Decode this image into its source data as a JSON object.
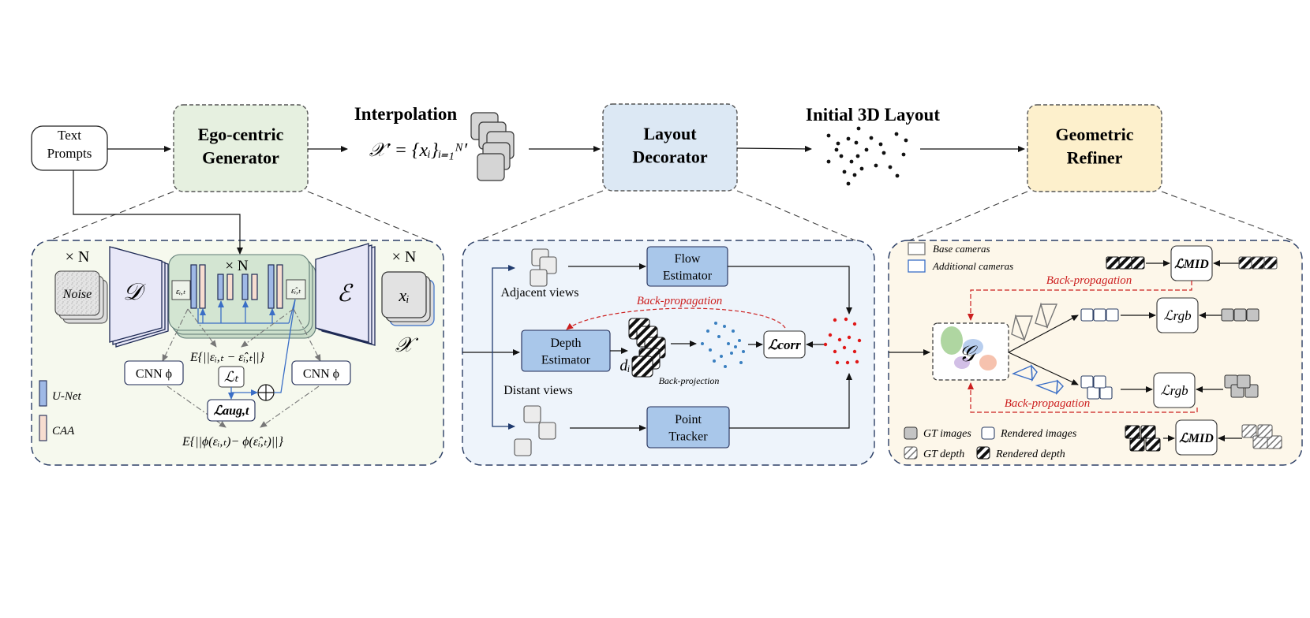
{
  "top": {
    "text_prompts": "Text\nPrompts",
    "generator": "Ego-centric\nGenerator",
    "interpolation_title": "Interpolation",
    "interpolation_formula": "𝒳′ = {xᵢ}ᵢ₌₁ᴺ′",
    "decorator": "Layout\nDecorator",
    "initial_layout": "Initial 3D Layout",
    "refiner": "Geometric\nRefiner"
  },
  "panel1": {
    "times_n_left": "× N",
    "noise": "Noise",
    "decoder": "𝒟",
    "times_n_unet": "× N",
    "eps": "εᵢ,ₜ",
    "eps_hat": "ε̂ᵢ,ₜ",
    "encoder": "ℰ",
    "times_n_right": "× N",
    "xi": "xᵢ",
    "X": "𝒳",
    "expect_top": "E{||εᵢ,ₜ − ε̂ᵢ,ₜ||}",
    "cnn_left": "CNN ϕ",
    "cnn_right": "CNN ϕ",
    "lt": "ℒₜ",
    "laug": "ℒaug,t",
    "expect_bottom": "E{||ϕ(εᵢ,ₜ)− ϕ(ε̂ᵢ,ₜ)||}",
    "legend_unet": "U-Net",
    "legend_caa": "CAA"
  },
  "panel2": {
    "flow_estimator": "Flow\nEstimator",
    "adjacent_views": "Adjacent views",
    "back_propagation": "Back-propagation",
    "depth_estimator": "Depth\nEstimator",
    "di": "dᵢ",
    "back_projection": "Back-projection",
    "lcorr": "ℒcorr",
    "distant_views": "Distant views",
    "point_tracker": "Point\nTracker"
  },
  "panel3": {
    "base_cameras": "Base cameras",
    "additional_cameras": "Additional cameras",
    "lmid_top": "ℒMID",
    "back_prop_top": "Back-propagation",
    "g": "𝒢",
    "lrgb_top": "ℒrgb",
    "lrgb_bottom": "ℒrgb",
    "back_prop_bottom": "Back-propagation",
    "gt_images": "GT images",
    "rendered_images": "Rendered images",
    "gt_depth": "GT depth",
    "rendered_depth": "Rendered depth",
    "lmid_bottom": "ℒMID"
  },
  "colors": {
    "generator_fill": "#e6f0e0",
    "decorator_fill": "#dce8f4",
    "refiner_fill": "#fdf0cc",
    "panel1_fill": "#f6f9ee",
    "panel2_fill": "#eef4fb",
    "panel3_fill": "#fdf7ea",
    "unet_blue": "#9fb9e6",
    "caa_pink": "#f7ddd0",
    "module_blue": "#a9c7ea",
    "accent_red": "#cc1f1f",
    "point_blue": "#3a7fc0"
  }
}
